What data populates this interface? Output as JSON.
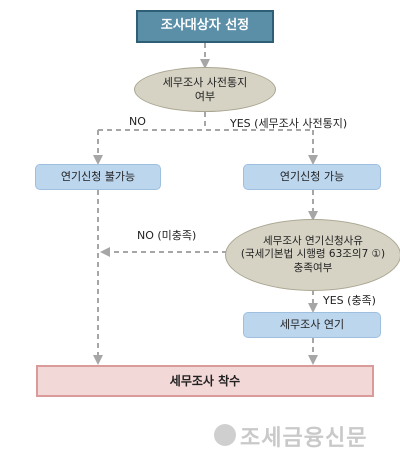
{
  "nodes": {
    "start": "조사대상자 선정",
    "decision1_line1": "세무조사 사전통지",
    "decision1_line2": "여부",
    "not_possible": "연기신청 불가능",
    "possible": "연기신청 가능",
    "decision2_line1": "세무조사 연기신청사유",
    "decision2_line2": "(국세기본법 시행령 63조의7 ①)",
    "decision2_line3": "충족여부",
    "postpone": "세무조사 연기",
    "commence": "세무조사 착수"
  },
  "edges": {
    "no1": "NO",
    "yes1": "YES (세무조사 사전통지)",
    "no2": "NO (미충족)",
    "yes2": "YES (충족)"
  },
  "watermark": "조세금융신문",
  "colors": {
    "title_fill": "#5b8fa8",
    "blue_fill": "#bcd6ee",
    "ellipse_fill": "#d6d3c4",
    "pink_fill": "#f3d8d8",
    "line": "#a6a6a6"
  }
}
